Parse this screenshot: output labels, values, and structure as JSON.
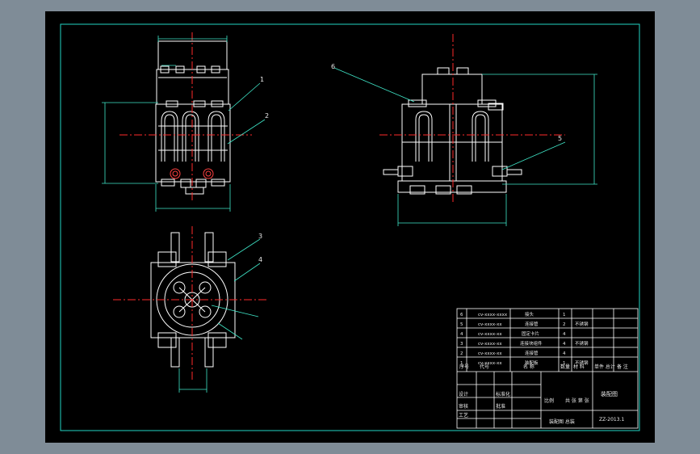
{
  "colors": {
    "background": "#7f8c97",
    "sheet": "#000000",
    "frame": "#22d3c4",
    "outline": "#ffffff",
    "centerline": "#ff2a2a",
    "dimension": "#3fe6c8",
    "leader": "#3fe6c8"
  },
  "leaders": {
    "n1": "1",
    "n2": "2",
    "n3": "3",
    "n4": "4",
    "n5": "5",
    "n6": "6"
  },
  "parts_list": {
    "rows": [
      {
        "no": "6",
        "code": "cv-xxxx-xxxx",
        "name": "接头",
        "qty": "1",
        "mat": ""
      },
      {
        "no": "5",
        "code": "cv-xxxx-xx",
        "name": "连接管",
        "qty": "2",
        "mat": "不锈钢"
      },
      {
        "no": "4",
        "code": "cv-xxxx-xx",
        "name": "固定卡片",
        "qty": "4",
        "mat": ""
      },
      {
        "no": "3",
        "code": "cv-xxxx-xx",
        "name": "连接块组件",
        "qty": "4",
        "mat": "不锈钢"
      },
      {
        "no": "2",
        "code": "cv-xxxx-xx",
        "name": "连接管",
        "qty": "4",
        "mat": ""
      },
      {
        "no": "1",
        "code": "cv-xxxx-xx",
        "name": "装配板",
        "qty": "1",
        "mat": "不锈钢"
      }
    ],
    "header": {
      "no": "序号",
      "code": "代号",
      "name": "名 称",
      "qty": "数量",
      "mat": "材 料",
      "wt": "单件 总计",
      "note": "备 注"
    }
  },
  "title_block": {
    "drawing_name": "装配图",
    "drawing_number": "ZZ-2013.1",
    "scale_label": "比例",
    "sheet_label": "共 张 第 张",
    "designer_label": "设计",
    "checker_label": "审核",
    "process_label": "工艺",
    "std_label": "标准化",
    "approve_label": "批准",
    "company": "装配图 总装"
  }
}
